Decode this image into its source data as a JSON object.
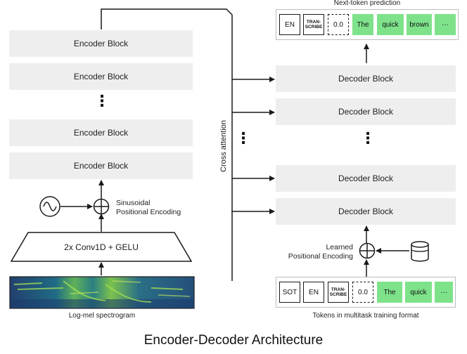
{
  "encoder": {
    "block_label": "Encoder Block",
    "blocks_top": [
      "Encoder Block",
      "Encoder Block"
    ],
    "blocks_bottom": [
      "Encoder Block",
      "Encoder Block"
    ],
    "ellipsis": "⋮",
    "conv_label": "2x Conv1D + GELU",
    "positional_label": "Sinusoidal\nPositional Encoding",
    "spectrogram_caption": "Log-mel spectrogram"
  },
  "cross_attention_label": "Cross attention",
  "decoder": {
    "blocks_top": [
      "Decoder Block",
      "Decoder Block"
    ],
    "blocks_bottom": [
      "Decoder Block",
      "Decoder Block"
    ],
    "ellipsis": "⋮",
    "positional_label": "Learned\nPositional Encoding",
    "output_caption": "Next-token prediction",
    "input_caption": "Tokens in multitask training format",
    "output_tokens": [
      "EN",
      "TRAN-\nSCRIBE",
      "0.0",
      "The",
      "quick",
      "brown",
      "···"
    ],
    "input_tokens": [
      "SOT",
      "EN",
      "TRAN-\nSCRIBE",
      "0.0",
      "The",
      "quick",
      "···"
    ]
  },
  "title": "Encoder-Decoder Architecture",
  "colors": {
    "block": "#eeeeee",
    "token_green": "#7ee28b",
    "line": "#1a1a1a"
  }
}
